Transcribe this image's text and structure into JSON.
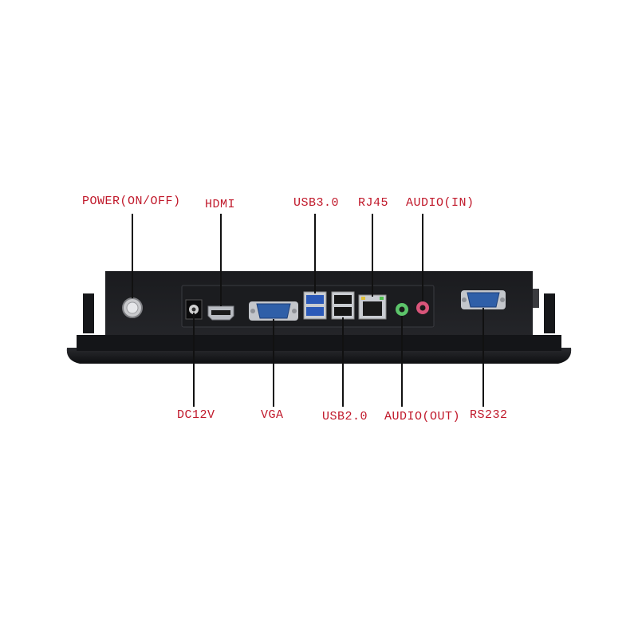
{
  "labels": {
    "power": "POWER(ON/OFF)",
    "hdmi": "HDMI",
    "usb30": "USB3.0",
    "rj45": "RJ45",
    "audio_in": "AUDIO(IN)",
    "dc12v": "DC12V",
    "vga": "VGA",
    "usb20": "USB2.0",
    "audio_out": "AUDIO(OUT)",
    "rs232": "RS232"
  },
  "colors": {
    "label": "#c0182a",
    "leader_line": "#111111",
    "chassis": "#1c1d20",
    "vga_port": "#2f5fa8",
    "usb30_port": "#2b59b8",
    "audio_out_jack": "#5cc46a",
    "audio_in_jack": "#d9557a"
  }
}
